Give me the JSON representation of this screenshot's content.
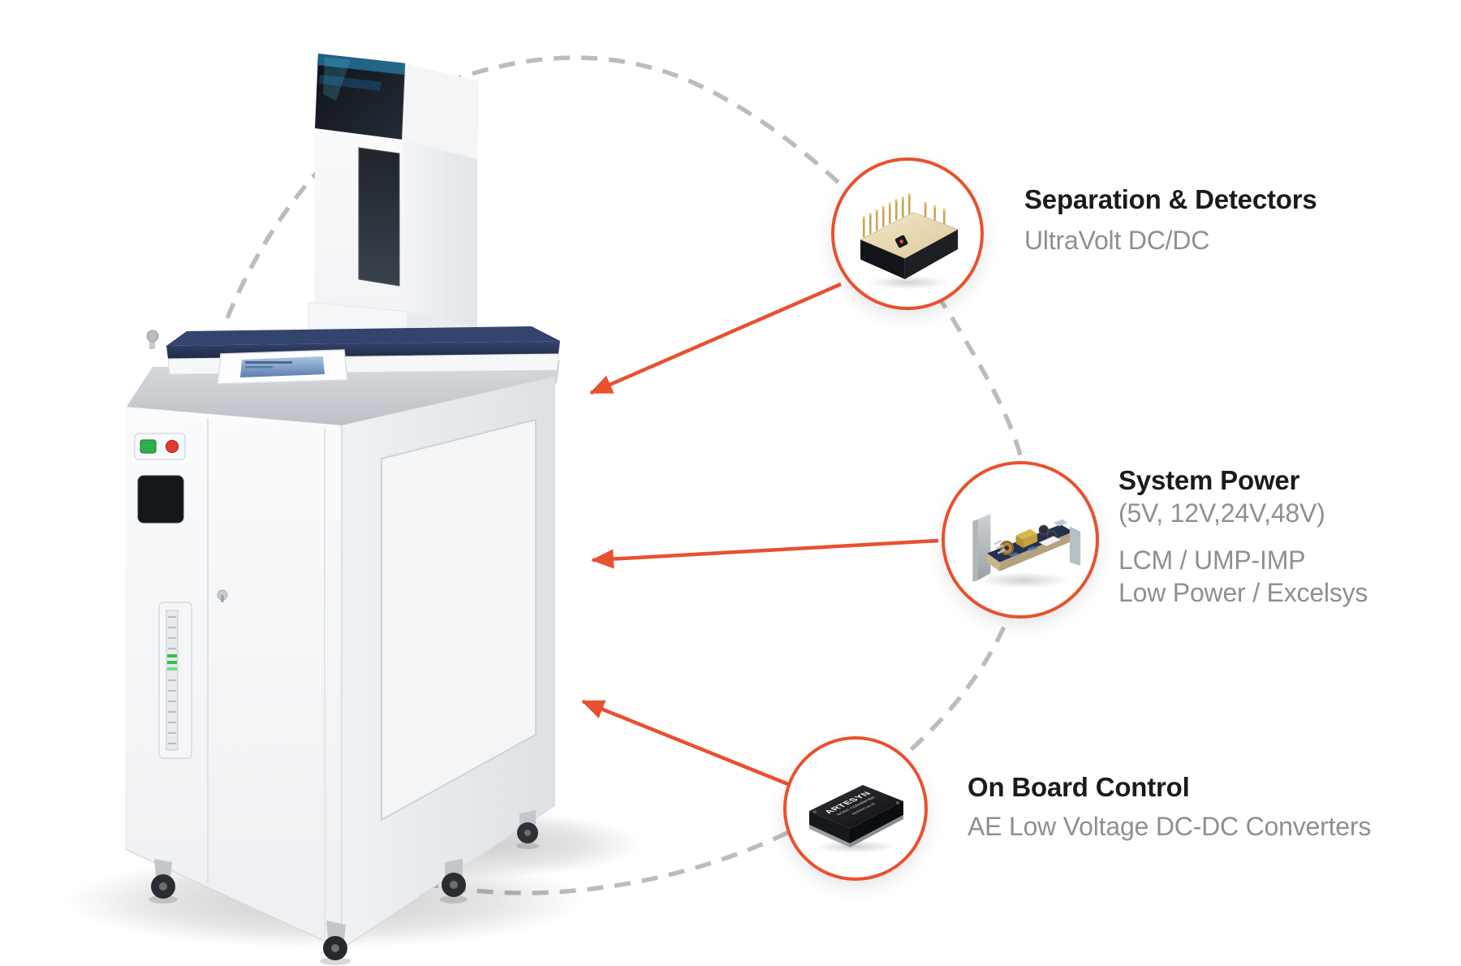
{
  "callouts": [
    {
      "id": "separation-detectors",
      "title": "Separation & Detectors",
      "line1": "UltraVolt DC/DC"
    },
    {
      "id": "system-power",
      "title": "System Power",
      "subtitle": "(5V, 12V,24V,48V)",
      "line1": "LCM / UMP-IMP",
      "line2": "Low Power / Excelsys"
    },
    {
      "id": "on-board-control",
      "title": "On Board Control",
      "line1": "AE Low Voltage DC-DC Converters"
    }
  ],
  "products": {
    "ultravolt": {
      "icon": "ultravolt-high-voltage-dcdc-module"
    },
    "system_psu": {
      "icon": "open-frame-power-supply-board"
    },
    "artesyn": {
      "icon": "artesyn-dcdc-converter-brick",
      "brand": "ARTESYN",
      "type": "DC/DC CONVERTER",
      "model": "AEE00C24-M"
    }
  },
  "machine": {
    "icon": "analytical-instrument-cart-with-display-tower"
  },
  "colors": {
    "accent": "#E8512E",
    "dash": "#BCBCBC",
    "title": "#1B1B1B",
    "body_text": "#8D9093",
    "table_navy": "#2B3A60"
  }
}
